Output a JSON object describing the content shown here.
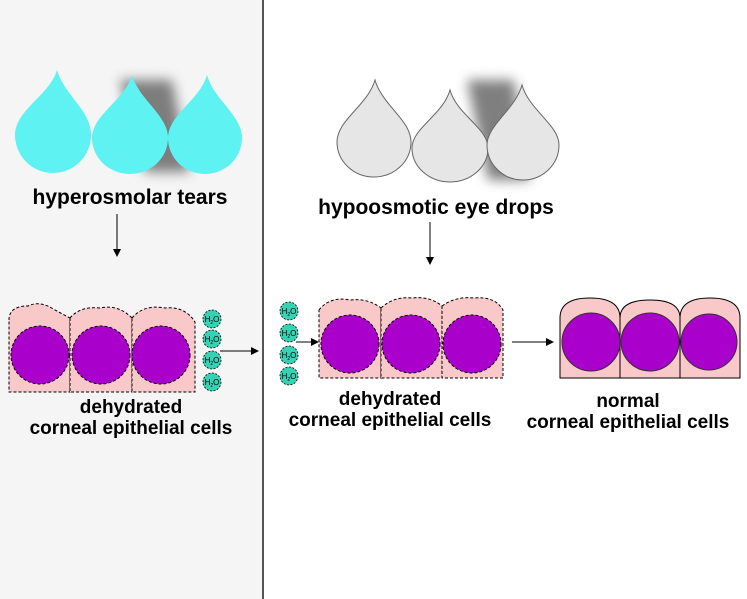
{
  "colors": {
    "tear_cyan": "#5ff2f2",
    "drop_gray": "#e6e6e6",
    "cell_pink": "#f9c9c9",
    "nucleus_purple": "#aa00cc",
    "water_teal": "#36d2b4"
  },
  "icons": [
    "drop-icon",
    "nucleus-icon",
    "water-molecule-icon",
    "arrow-icon"
  ],
  "left": {
    "title": "hyperosmolar tears",
    "cells_label_line1": "dehydrated",
    "cells_label_line2": "corneal epithelial cells"
  },
  "right": {
    "title": "hypoosmotic eye drops",
    "dehydrated_line1": "dehydrated",
    "dehydrated_line2": "corneal epithelial cells",
    "normal_line1": "normal",
    "normal_line2": "corneal epithelial cells"
  },
  "molecule": {
    "base": "H",
    "sub": "2",
    "tail": "O"
  }
}
